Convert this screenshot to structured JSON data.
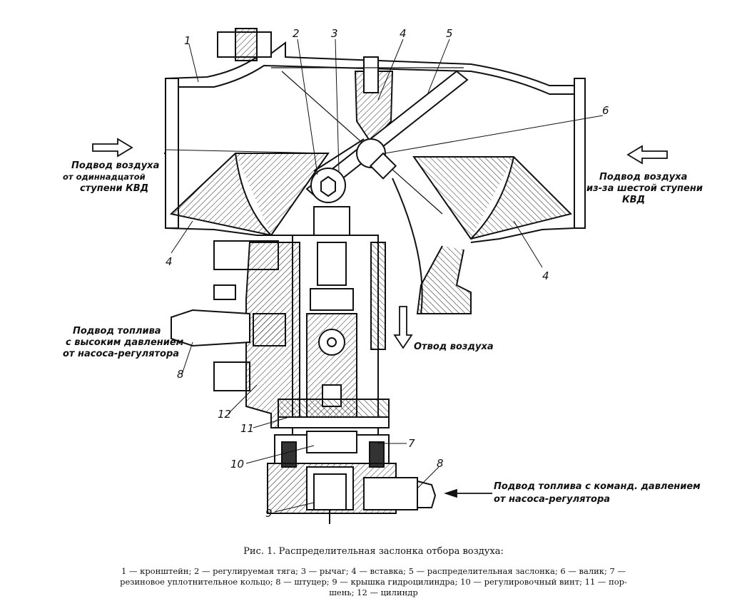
{
  "labels": {
    "n1": "1",
    "n2": "2",
    "n3": "3",
    "n4a": "4",
    "n5": "5",
    "n6": "6",
    "n4b": "4",
    "n4c": "4",
    "n8a": "8",
    "n12": "12",
    "n11": "11",
    "n10": "10",
    "n7": "7",
    "n8b": "8",
    "n9": "9"
  },
  "annotations": {
    "left_air": [
      "Подвод воздуха",
      "от одиннадцатой",
      "ступени КВД"
    ],
    "right_air": [
      "Подвод воздуха",
      "из-за шестой ступени",
      "КВД"
    ],
    "air_out": "Отвод воздуха",
    "fuel_high": [
      "Подвод топлива",
      "с высоким давлением",
      "от насоса-регулятора"
    ],
    "fuel_cmd": [
      "Подвод топлива с команд. давлением",
      "от насоса-регулятора"
    ]
  },
  "caption": {
    "title": "Рис. 1. Распределительная заслонка отбора воздуха:",
    "legend_line1": "1 — кронштейн; 2 — регулируемая тяга; 3 — рычаг; 4 — вставка; 5 — распределительная заслонка; 6 — валик; 7 —",
    "legend_line2": "резиновое уплотнительное кольцо; 8 — штуцер; 9 — крышка гидроцилиндра; 10 — регулировочный винт; 11 — пор-",
    "legend_line3": "шень; 12 — цилиндр"
  }
}
